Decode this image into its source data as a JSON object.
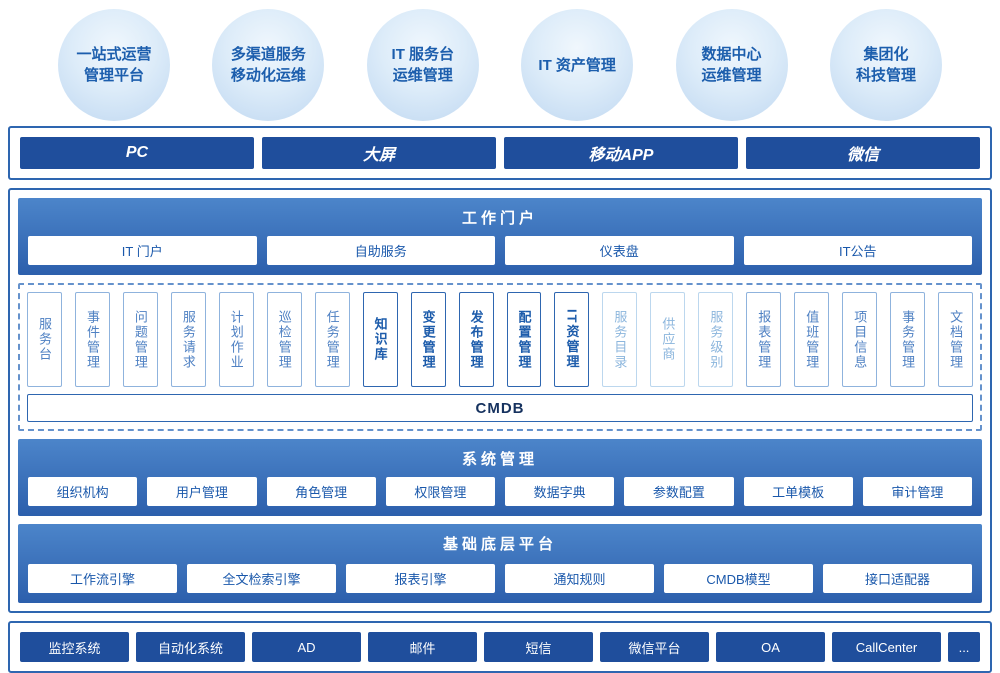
{
  "theme": {
    "accent_border": "#2e66b0",
    "dark_bar": "#1f4e9c",
    "panel_gradient_top": "#4c85ca",
    "panel_gradient_bottom": "#2c5fac",
    "text_blue": "#1a58ab",
    "bubble_fill": "#cadff4"
  },
  "scenarios": [
    {
      "label": "一站式运营\n管理平台"
    },
    {
      "label": "多渠道服务\n移动化运维"
    },
    {
      "label": "IT 服务台\n运维管理"
    },
    {
      "label": "IT 资产管理"
    },
    {
      "label": "数据中心\n运维管理"
    },
    {
      "label": "集团化\n科技管理"
    }
  ],
  "channels": [
    {
      "label": "PC"
    },
    {
      "label": "大屏"
    },
    {
      "label": "移动APP"
    },
    {
      "label": "微信"
    }
  ],
  "portal": {
    "title": "工作门户",
    "items": [
      {
        "label": "IT 门户"
      },
      {
        "label": "自助服务"
      },
      {
        "label": "仪表盘"
      },
      {
        "label": "IT公告"
      }
    ]
  },
  "modules": [
    {
      "label": "服务台"
    },
    {
      "label": "事件管理"
    },
    {
      "label": "问题管理"
    },
    {
      "label": "服务请求"
    },
    {
      "label": "计划作业"
    },
    {
      "label": "巡检管理"
    },
    {
      "label": "任务管理"
    },
    {
      "label": "知识库",
      "style": "em"
    },
    {
      "label": "变更管理",
      "style": "em"
    },
    {
      "label": "发布管理",
      "style": "em"
    },
    {
      "label": "配置管理",
      "style": "em"
    },
    {
      "label": "IT资管理",
      "style": "em"
    },
    {
      "label": "服务目录",
      "style": "light"
    },
    {
      "label": "供应商",
      "style": "light"
    },
    {
      "label": "服务级别",
      "style": "light"
    },
    {
      "label": "报表管理"
    },
    {
      "label": "值班管理"
    },
    {
      "label": "项目信息"
    },
    {
      "label": "事务管理"
    },
    {
      "label": "文档管理"
    }
  ],
  "cmdb_label": "CMDB",
  "system": {
    "title": "系统管理",
    "items": [
      {
        "label": "组织机构"
      },
      {
        "label": "用户管理"
      },
      {
        "label": "角色管理"
      },
      {
        "label": "权限管理"
      },
      {
        "label": "数据字典"
      },
      {
        "label": "参数配置"
      },
      {
        "label": "工单模板"
      },
      {
        "label": "审计管理"
      }
    ]
  },
  "platform": {
    "title": "基础底层平台",
    "items": [
      {
        "label": "工作流引擎"
      },
      {
        "label": "全文检索引擎"
      },
      {
        "label": "报表引擎"
      },
      {
        "label": "通知规则"
      },
      {
        "label": "CMDB模型"
      },
      {
        "label": "接口适配器"
      }
    ]
  },
  "integrations": [
    {
      "label": "监控系统"
    },
    {
      "label": "自动化系统"
    },
    {
      "label": "AD"
    },
    {
      "label": "邮件"
    },
    {
      "label": "短信"
    },
    {
      "label": "微信平台"
    },
    {
      "label": "OA"
    },
    {
      "label": "CallCenter"
    },
    {
      "label": "...",
      "style": "mini"
    }
  ]
}
